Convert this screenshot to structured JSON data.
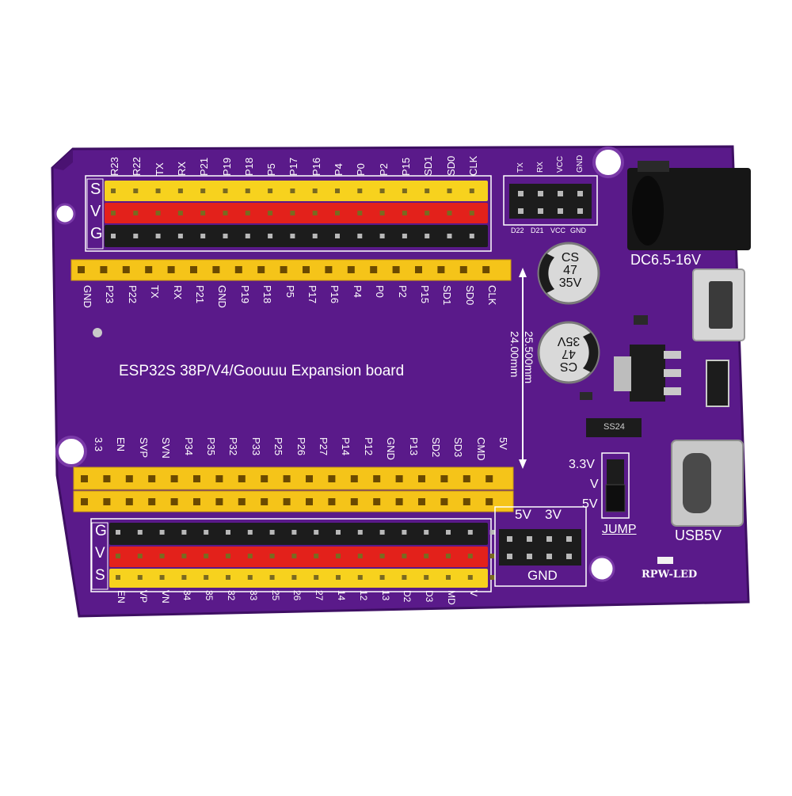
{
  "board": {
    "title": "ESP32S 38P/V4/Goouuu Expansion board",
    "dimension_1": "25.500mm",
    "dimension_2": "24.00mm",
    "power_jack_label": "DC6.5-16V",
    "usb_label": "USB5V",
    "led_label": "RPW-LED",
    "jump_label": "JUMP",
    "jump_options": [
      "3.3V",
      "V",
      "5V"
    ],
    "bottom_header_labels": [
      "5V",
      "3V",
      "GND"
    ],
    "uart_top_labels": [
      "TX",
      "RX",
      "VCC",
      "GND"
    ],
    "uart_bottom_labels": [
      "D22",
      "D21",
      "VCC",
      "GND"
    ],
    "row_letters_top": [
      "S",
      "V",
      "G"
    ],
    "row_letters_bottom": [
      "G",
      "V",
      "S"
    ],
    "top_pins": [
      "R23",
      "R22",
      "TX",
      "RX",
      "P21",
      "P19",
      "P18",
      "P5",
      "P17",
      "P16",
      "P4",
      "P0",
      "P2",
      "P15",
      "SD1",
      "SD0",
      "CLK"
    ],
    "top_socket_pins": [
      "GND",
      "P23",
      "P22",
      "TX",
      "RX",
      "P21",
      "GND",
      "P19",
      "P18",
      "P5",
      "P17",
      "P16",
      "P4",
      "P0",
      "P2",
      "P15",
      "SD1",
      "SD0",
      "CLK"
    ],
    "bottom_socket_pins": [
      "3.3",
      "EN",
      "SVP",
      "SVN",
      "P34",
      "P35",
      "P32",
      "P33",
      "P25",
      "P26",
      "P27",
      "P14",
      "P12",
      "GND",
      "P13",
      "SD2",
      "SD3",
      "CMD",
      "5V"
    ],
    "bottom_pins": [
      "EN",
      "VP",
      "VN",
      "34",
      "35",
      "32",
      "33",
      "25",
      "26",
      "27",
      "14",
      "12",
      "13",
      "D2",
      "D3",
      "MD",
      "V"
    ],
    "capacitor_marking": [
      "CS",
      "47",
      "35V"
    ],
    "diode_marking": "SS24"
  },
  "colors": {
    "pcb": "#5a1a8a",
    "pcb_edge": "#4a1272",
    "header_yellow": "#f7d21e",
    "header_red": "#e3211b",
    "header_black": "#1c1c1c",
    "socket_yellow": "#f5c419"
  }
}
